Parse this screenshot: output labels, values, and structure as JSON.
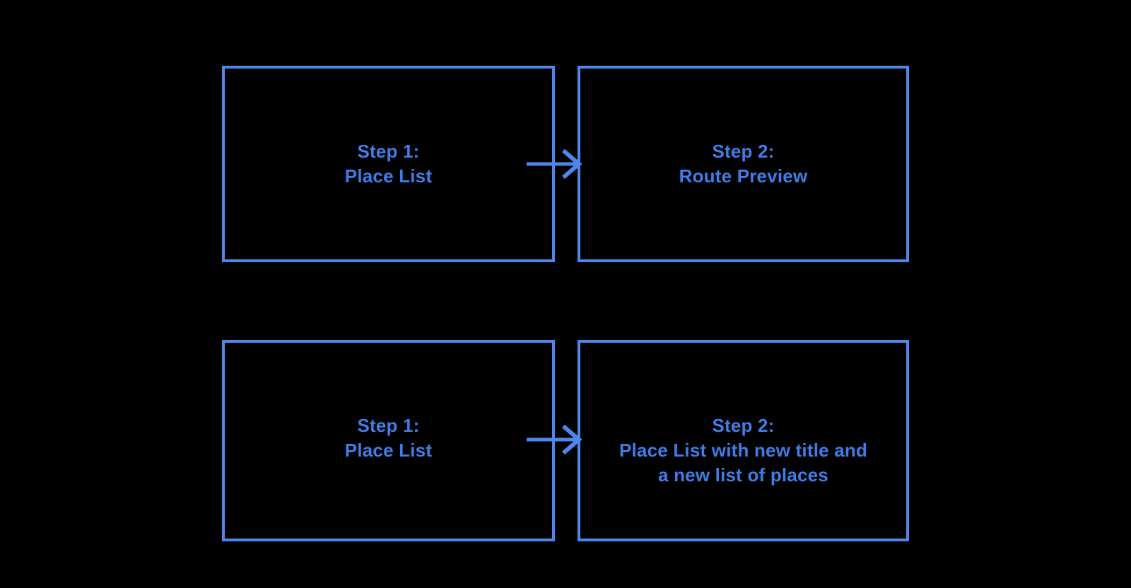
{
  "page": {
    "background": "#000000"
  },
  "colors": {
    "accent": "#4e86ec",
    "text": "#3f7de8"
  },
  "diagram": {
    "nodes": [
      {
        "id": "top-left",
        "lines": [
          "Step 1:",
          "Place List"
        ]
      },
      {
        "id": "top-right",
        "lines": [
          "Step 2:",
          "Route Preview"
        ]
      },
      {
        "id": "bottom-left",
        "lines": [
          "Step 1:",
          "Place List"
        ]
      },
      {
        "id": "bottom-right",
        "lines": [
          "Step 2:",
          "Place List with new title and",
          "a new list of places"
        ]
      }
    ],
    "arrows": [
      {
        "from": "top-left",
        "to": "top-right"
      },
      {
        "from": "bottom-left",
        "to": "bottom-right"
      }
    ]
  }
}
